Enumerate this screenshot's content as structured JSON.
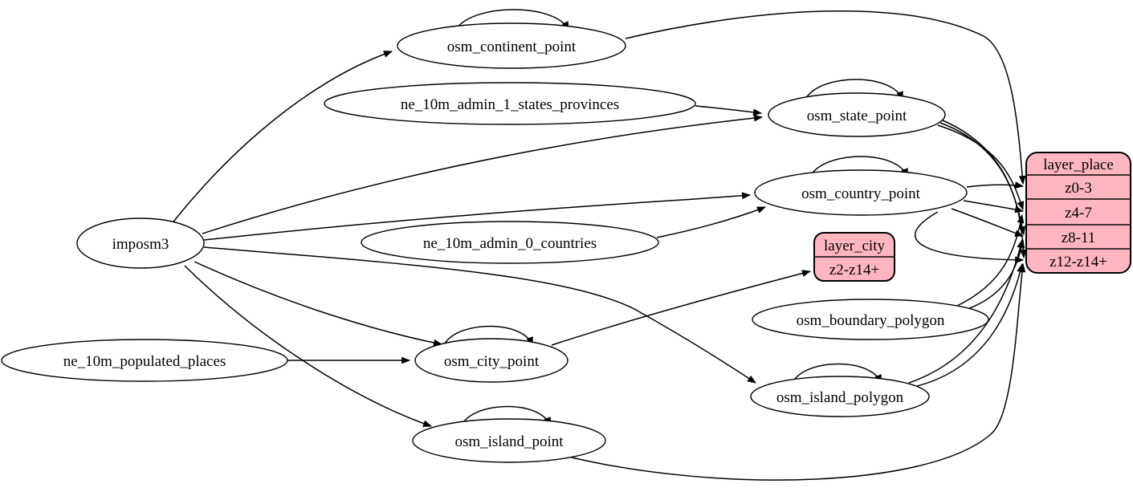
{
  "diagram": {
    "type": "graphviz-flow-diagram",
    "background_color": "#ffffff",
    "table_node_fill": "#ffffff",
    "layer_node_fill": "#ffb6c1",
    "stroke_color": "#000000"
  },
  "nodes": {
    "imposm3": {
      "label": "imposm3",
      "shape": "ellipse"
    },
    "osm_continent_point": {
      "label": "osm_continent_point",
      "shape": "ellipse"
    },
    "ne_10m_admin_1_states_provinces": {
      "label": "ne_10m_admin_1_states_provinces",
      "shape": "ellipse"
    },
    "osm_state_point": {
      "label": "osm_state_point",
      "shape": "ellipse"
    },
    "osm_country_point": {
      "label": "osm_country_point",
      "shape": "ellipse"
    },
    "ne_10m_admin_0_countries": {
      "label": "ne_10m_admin_0_countries",
      "shape": "ellipse"
    },
    "osm_boundary_polygon": {
      "label": "osm_boundary_polygon",
      "shape": "ellipse"
    },
    "osm_city_point": {
      "label": "osm_city_point",
      "shape": "ellipse"
    },
    "ne_10m_populated_places": {
      "label": "ne_10m_populated_places",
      "shape": "ellipse"
    },
    "osm_island_polygon": {
      "label": "osm_island_polygon",
      "shape": "ellipse"
    },
    "osm_island_point": {
      "label": "osm_island_point",
      "shape": "ellipse"
    }
  },
  "layers": {
    "layer_place": {
      "title": "layer_place",
      "rows": [
        "z0-3",
        "z4-7",
        "z8-11",
        "z12-z14+"
      ]
    },
    "layer_city": {
      "title": "layer_city",
      "rows": [
        "z2-z14+"
      ]
    }
  },
  "edges": [
    {
      "from": "imposm3",
      "to": "osm_continent_point"
    },
    {
      "from": "imposm3",
      "to": "osm_state_point"
    },
    {
      "from": "imposm3",
      "to": "osm_country_point"
    },
    {
      "from": "imposm3",
      "to": "osm_city_point"
    },
    {
      "from": "imposm3",
      "to": "osm_island_polygon"
    },
    {
      "from": "imposm3",
      "to": "osm_island_point"
    },
    {
      "from": "ne_10m_admin_1_states_provinces",
      "to": "osm_state_point"
    },
    {
      "from": "ne_10m_admin_0_countries",
      "to": "osm_country_point"
    },
    {
      "from": "ne_10m_populated_places",
      "to": "osm_city_point"
    },
    {
      "from": "osm_continent_point",
      "to": "osm_continent_point"
    },
    {
      "from": "osm_state_point",
      "to": "osm_state_point"
    },
    {
      "from": "osm_country_point",
      "to": "osm_country_point"
    },
    {
      "from": "osm_city_point",
      "to": "osm_city_point"
    },
    {
      "from": "osm_island_polygon",
      "to": "osm_island_polygon"
    },
    {
      "from": "osm_island_point",
      "to": "osm_island_point"
    },
    {
      "from": "osm_continent_point",
      "to": "layer_place:z0-3"
    },
    {
      "from": "osm_country_point",
      "to": "layer_place:z0-3"
    },
    {
      "from": "osm_country_point",
      "to": "layer_place:z4-7"
    },
    {
      "from": "osm_country_point",
      "to": "layer_place:z8-11"
    },
    {
      "from": "osm_country_point",
      "to": "layer_place:z12-z14+"
    },
    {
      "from": "osm_state_point",
      "to": "layer_place:z4-7"
    },
    {
      "from": "osm_state_point",
      "to": "layer_place:z8-11"
    },
    {
      "from": "osm_state_point",
      "to": "layer_place:z12-z14+"
    },
    {
      "from": "osm_city_point",
      "to": "layer_city:z2-z14+"
    },
    {
      "from": "osm_boundary_polygon",
      "to": "layer_place:z4-7"
    },
    {
      "from": "osm_boundary_polygon",
      "to": "layer_place:z8-11"
    },
    {
      "from": "osm_island_polygon",
      "to": "layer_place:z8-11"
    },
    {
      "from": "osm_island_polygon",
      "to": "layer_place:z12-z14+"
    },
    {
      "from": "osm_island_point",
      "to": "layer_place:z12-z14+"
    }
  ]
}
